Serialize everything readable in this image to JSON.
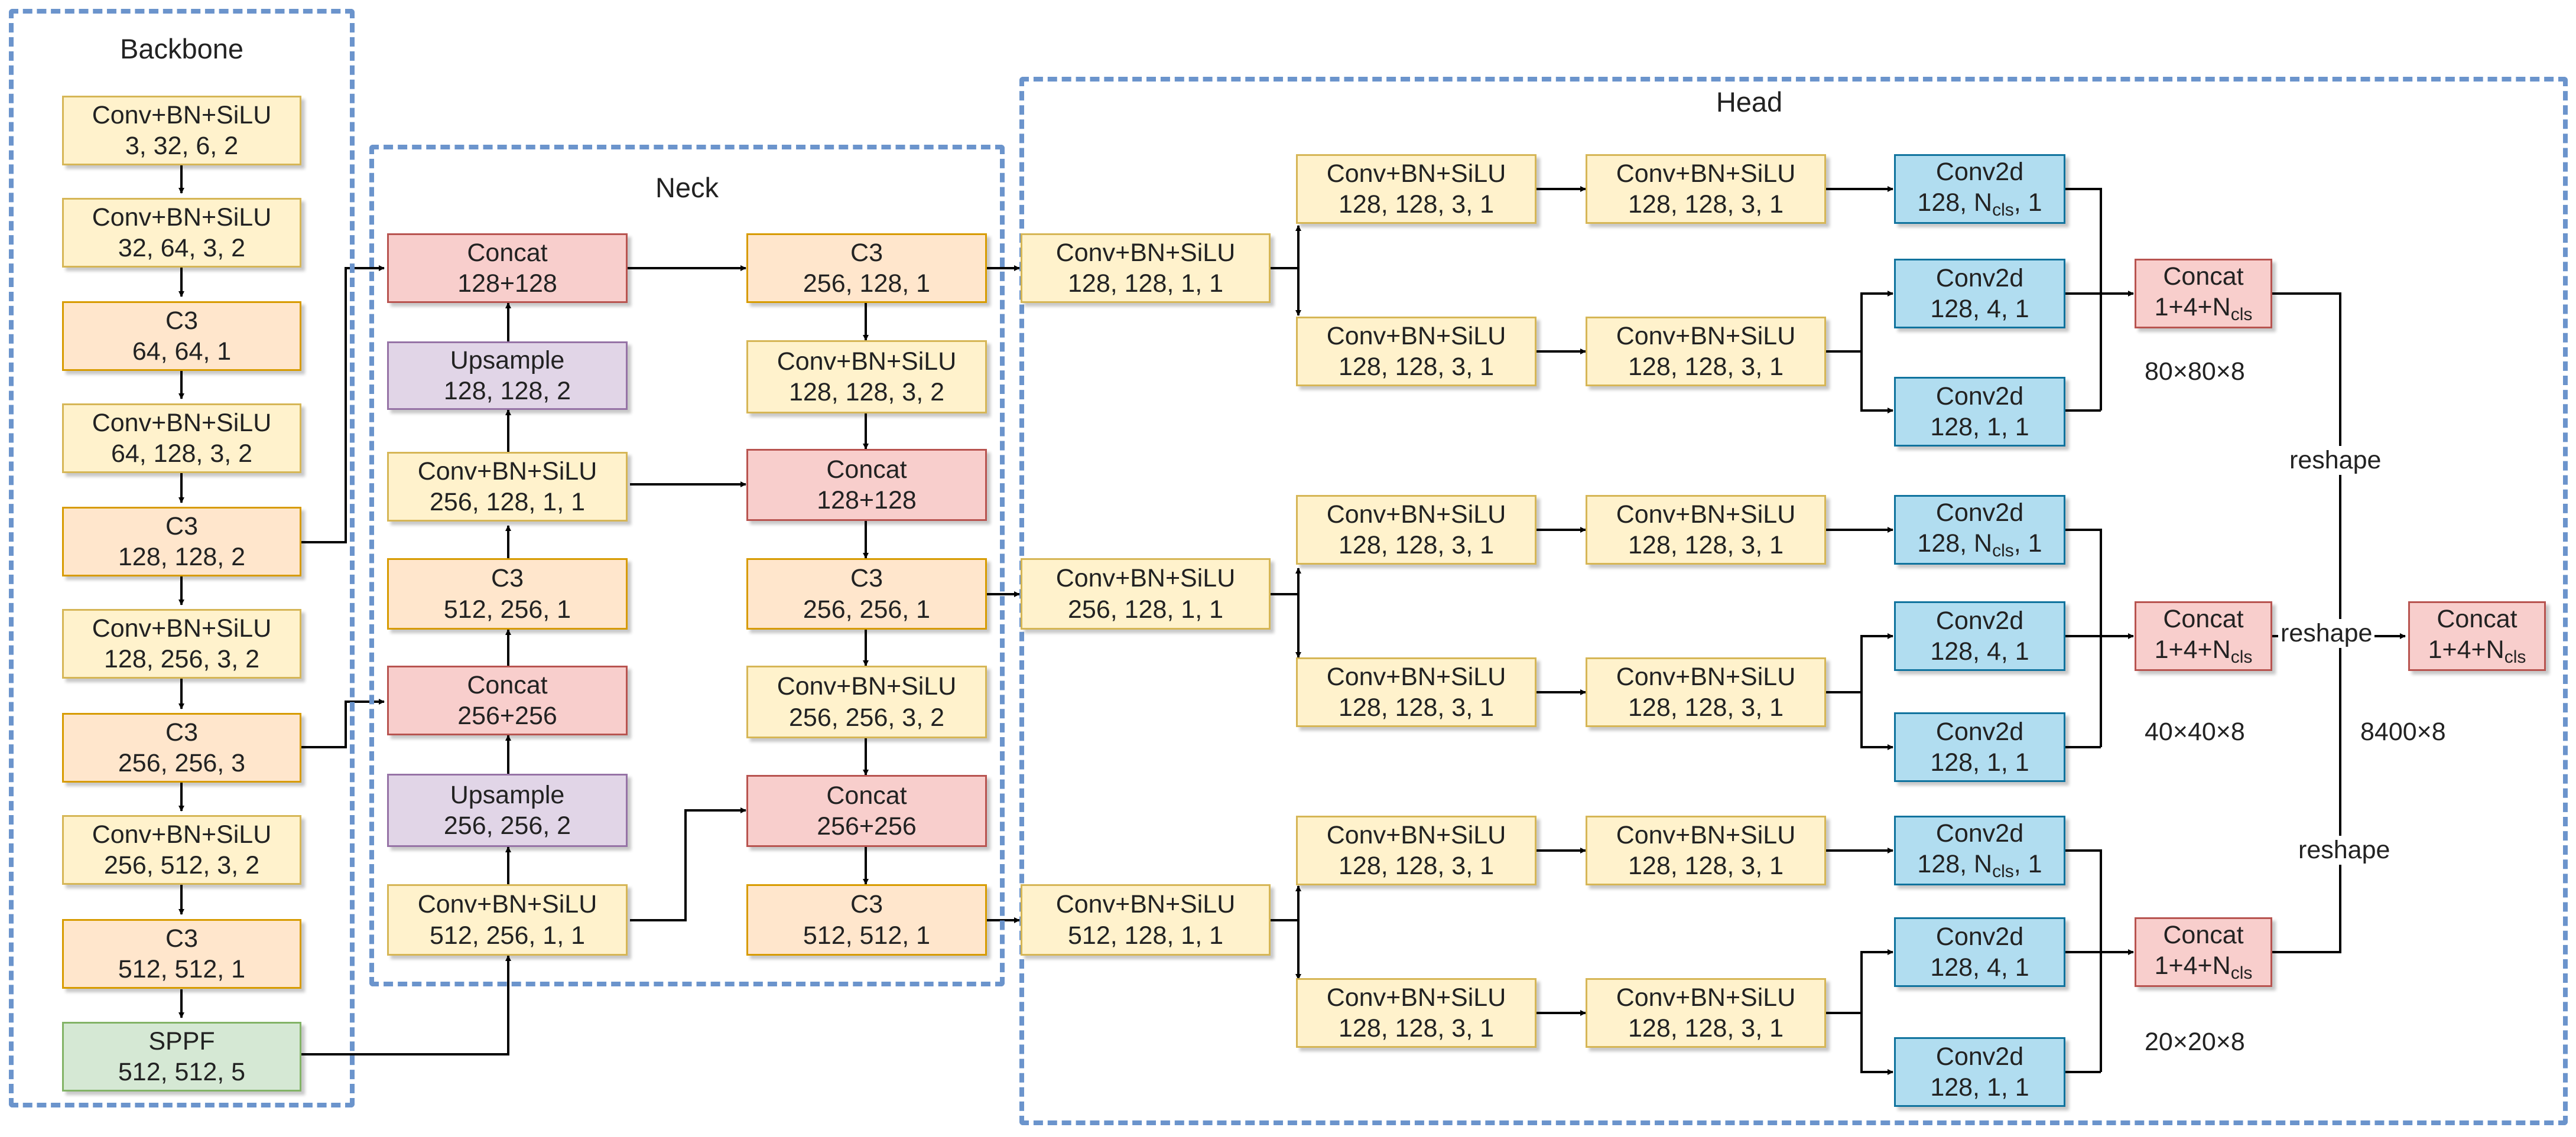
{
  "groups": {
    "backbone": "Backbone",
    "neck": "Neck",
    "head": "Head"
  },
  "backbone": [
    {
      "type": "Conv+BN+SiLU",
      "params": "3, 32, 6, 2"
    },
    {
      "type": "Conv+BN+SiLU",
      "params": "32, 64, 3, 2"
    },
    {
      "type": "C3",
      "params": "64, 64, 1"
    },
    {
      "type": "Conv+BN+SiLU",
      "params": "64, 128, 3, 2"
    },
    {
      "type": "C3",
      "params": "128, 128, 2"
    },
    {
      "type": "Conv+BN+SiLU",
      "params": "128, 256, 3, 2"
    },
    {
      "type": "C3",
      "params": "256, 256, 3"
    },
    {
      "type": "Conv+BN+SiLU",
      "params": "256, 512, 3, 2"
    },
    {
      "type": "C3",
      "params": "512, 512, 1"
    },
    {
      "type": "SPPF",
      "params": "512, 512, 5"
    }
  ],
  "neck_left": [
    {
      "type": "Concat",
      "params": "128+128"
    },
    {
      "type": "Upsample",
      "params": "128, 128, 2"
    },
    {
      "type": "Conv+BN+SiLU",
      "params": "256, 128, 1, 1"
    },
    {
      "type": "C3",
      "params": "512, 256, 1"
    },
    {
      "type": "Concat",
      "params": "256+256"
    },
    {
      "type": "Upsample",
      "params": "256, 256, 2"
    },
    {
      "type": "Conv+BN+SiLU",
      "params": "512, 256, 1, 1"
    }
  ],
  "neck_right": [
    {
      "type": "C3",
      "params": "256, 128, 1"
    },
    {
      "type": "Conv+BN+SiLU",
      "params": "128, 128, 3, 2"
    },
    {
      "type": "Concat",
      "params": "128+128"
    },
    {
      "type": "C3",
      "params": "256, 256, 1"
    },
    {
      "type": "Conv+BN+SiLU",
      "params": "256, 256, 3, 2"
    },
    {
      "type": "Concat",
      "params": "256+256"
    },
    {
      "type": "C3",
      "params": "512, 512, 1"
    }
  ],
  "head_stems": [
    {
      "type": "Conv+BN+SiLU",
      "params": "128, 128, 1, 1"
    },
    {
      "type": "Conv+BN+SiLU",
      "params": "256, 128, 1, 1"
    },
    {
      "type": "Conv+BN+SiLU",
      "params": "512, 128, 1, 1"
    }
  ],
  "head_branch": {
    "conv_type": "Conv+BN+SiLU",
    "conv_params": "128, 128, 3, 1",
    "cls_type": "Conv2d",
    "cls_params_prefix": "128, N",
    "cls_params_sub": "cls",
    "cls_params_suffix": ", 1",
    "box_type": "Conv2d",
    "box_params": "128, 4, 1",
    "obj_type": "Conv2d",
    "obj_params": "128, 1, 1",
    "concat_type": "Concat",
    "concat_prefix": "1+4+N",
    "concat_sub": "cls"
  },
  "shapes": [
    "80×80×8",
    "40×40×8",
    "20×20×8"
  ],
  "reshape_labels": [
    "reshape",
    "reshape",
    "reshape"
  ],
  "final_concat": {
    "type": "Concat",
    "prefix": "1+4+N",
    "sub": "cls"
  },
  "final_shape": "8400×8",
  "colors": {
    "conv": "#fff2cc",
    "c3": "#ffe6cc",
    "concat": "#f8cecc",
    "upsample": "#e1d5e7",
    "sppf": "#d5e8d4",
    "conv2d": "#b1ddf0",
    "group_border": "#6b94cc"
  }
}
